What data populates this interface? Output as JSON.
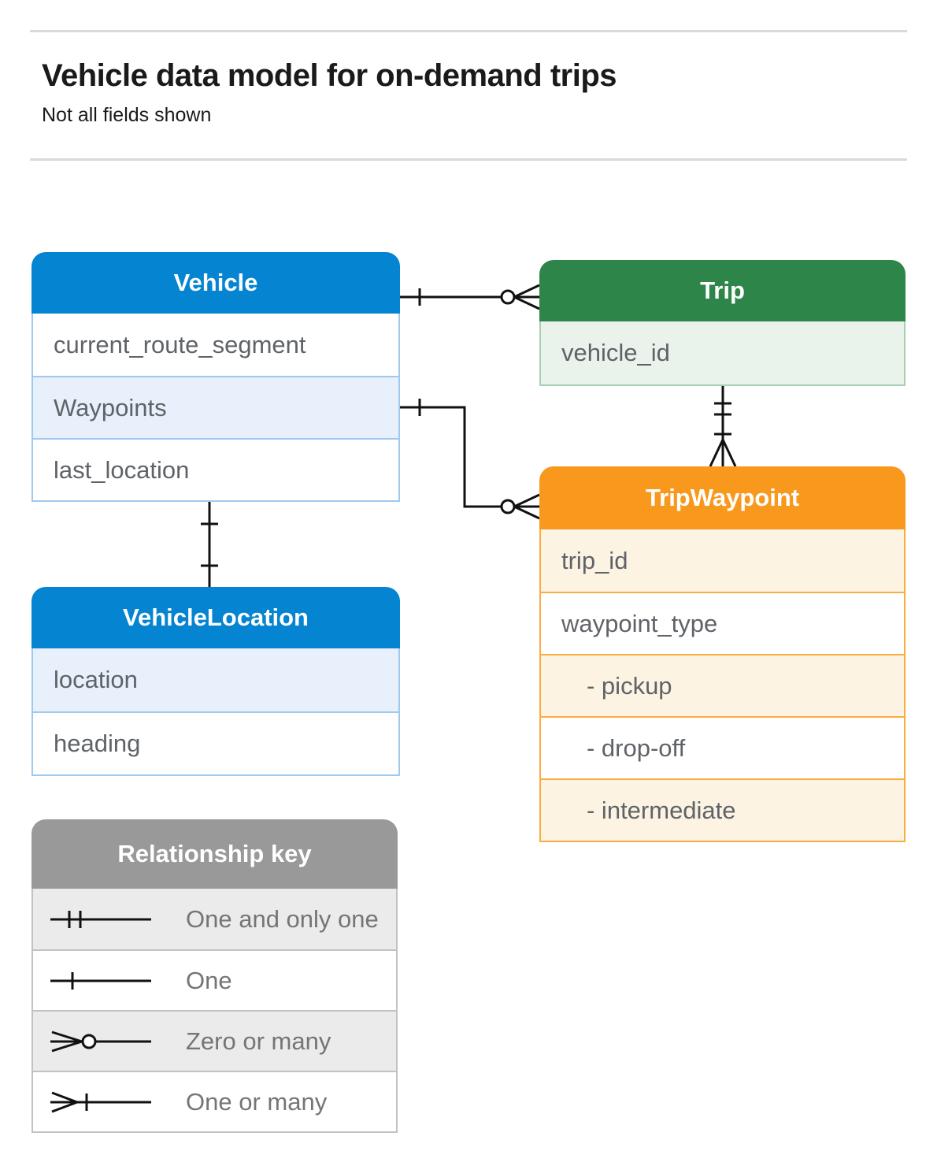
{
  "page": {
    "title": "Vehicle data model for on-demand trips",
    "subtitle": "Not all fields shown"
  },
  "colors": {
    "blue_header": "#0484d1",
    "blue_row": "#e7f0fb",
    "green_header": "#2e8549",
    "green_row": "#e9f3eb",
    "orange_header": "#f8981d",
    "orange_row": "#fdf3e3",
    "gray_header": "#999999",
    "gray_row": "#ebebeb",
    "field_text": "#5f6368",
    "connector": "#111111"
  },
  "tables": {
    "vehicle": {
      "title": "Vehicle",
      "fields": [
        "current_route_segment",
        "Waypoints",
        "last_location"
      ]
    },
    "trip": {
      "title": "Trip",
      "fields": [
        "vehicle_id"
      ]
    },
    "trip_waypoint": {
      "title": "TripWaypoint",
      "fields": [
        "trip_id",
        "waypoint_type",
        "- pickup",
        "- drop-off",
        "- intermediate"
      ]
    },
    "vehicle_location": {
      "title": "VehicleLocation",
      "fields": [
        "location",
        "heading"
      ]
    }
  },
  "relationships": [
    {
      "from": "Vehicle",
      "to": "Trip",
      "from_end": "one",
      "to_end": "zero-or-many"
    },
    {
      "from": "Vehicle.Waypoints",
      "to": "TripWaypoint",
      "from_end": "one",
      "to_end": "zero-or-many"
    },
    {
      "from": "Trip",
      "to": "TripWaypoint",
      "from_end": "one-and-only-one",
      "to_end": "one-or-many"
    },
    {
      "from": "Vehicle",
      "to": "VehicleLocation",
      "from_end": "one",
      "to_end": "one"
    }
  ],
  "legend": {
    "title": "Relationship key",
    "items": [
      {
        "symbol": "one-and-only-one",
        "label": "One and only one"
      },
      {
        "symbol": "one",
        "label": "One"
      },
      {
        "symbol": "zero-or-many",
        "label": "Zero or many"
      },
      {
        "symbol": "one-or-many",
        "label": "One or many"
      }
    ]
  }
}
